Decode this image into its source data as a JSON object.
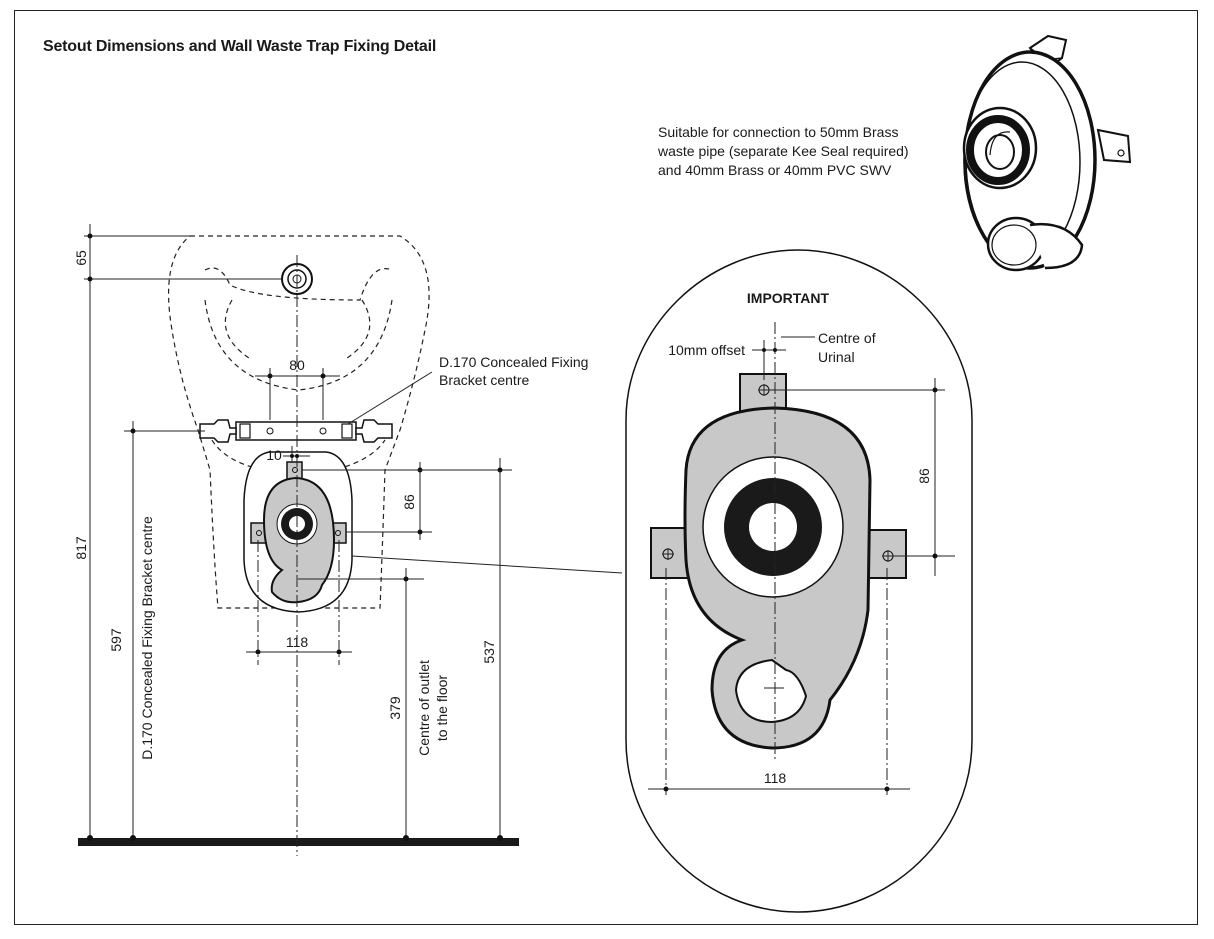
{
  "title": "Setout Dimensions and Wall Waste Trap Fixing Detail",
  "note": {
    "line1": "Suitable for connection to 50mm Brass",
    "line2": "waste pipe (separate Kee Seal required)",
    "line3": "and 40mm Brass or 40mm PVC SWV"
  },
  "dims": {
    "d65": "65",
    "d80": "80",
    "d10": "10",
    "d86": "86",
    "d118": "118",
    "d817": "817",
    "d597": "597",
    "d537": "537",
    "d379": "379"
  },
  "labels": {
    "bracket_line1": "D.170 Concealed Fixing",
    "bracket_line2": "Bracket centre",
    "bracket_vertical": "D.170 Concealed Fixing Bracket centre",
    "outlet_line1": "Centre of outlet",
    "outlet_line2": "to the floor"
  },
  "detail": {
    "heading": "IMPORTANT",
    "offset_label": "10mm offset",
    "centre_line1": "Centre of",
    "centre_line2": "Urinal",
    "d86": "86",
    "d118": "118"
  },
  "colors": {
    "trap_fill": "#c8c8c8",
    "ink": "#1a1a1a"
  }
}
